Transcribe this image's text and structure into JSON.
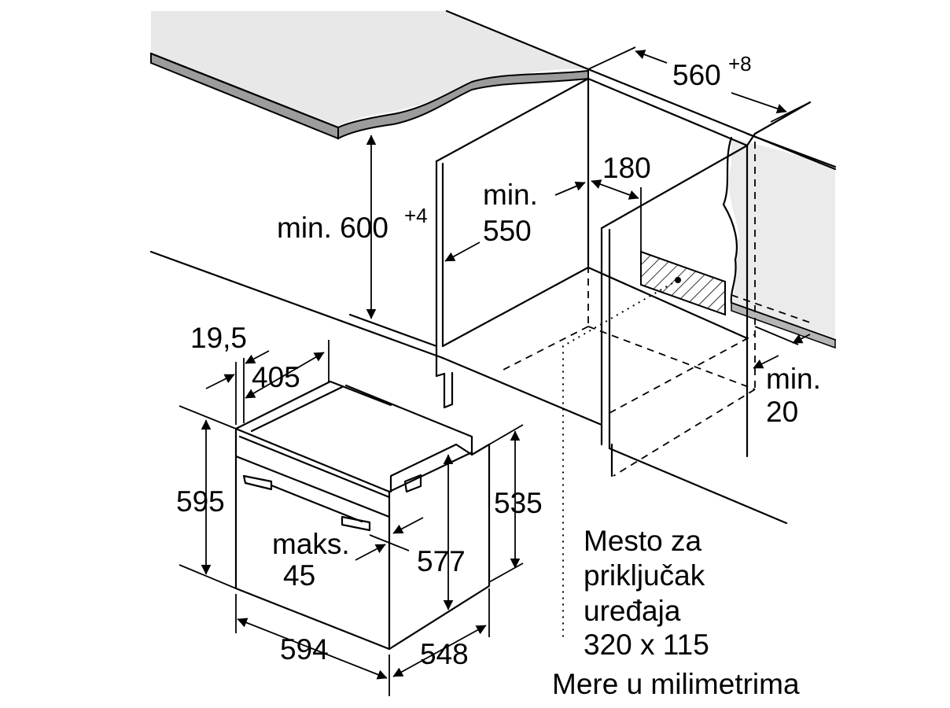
{
  "labels": {
    "width_top": "560",
    "width_top_tol": "+8",
    "height_niche": "min. 600",
    "height_niche_tol": "+4",
    "depth_min_1": "min.",
    "depth_min_2": "550",
    "gap_top": "180",
    "front_offset": "19,5",
    "front_depth": "405",
    "height_oven": "595",
    "height_body": "535",
    "inner_height": "577",
    "handle_1": "maks.",
    "handle_2": "45",
    "width_oven": "594",
    "depth_oven": "548",
    "rear_gap_1": "min.",
    "rear_gap_2": "20",
    "connection_1": "Mesto za",
    "connection_2": "priključak",
    "connection_3": "uređaja",
    "connection_4": "320 x 115",
    "units_note": "Mere u milimetrima"
  },
  "colors": {
    "countertop_fill": "#e8e8e8",
    "countertop_edge": "#9c9c9c",
    "wall_fill": "#ebebeb",
    "line": "#000000"
  }
}
